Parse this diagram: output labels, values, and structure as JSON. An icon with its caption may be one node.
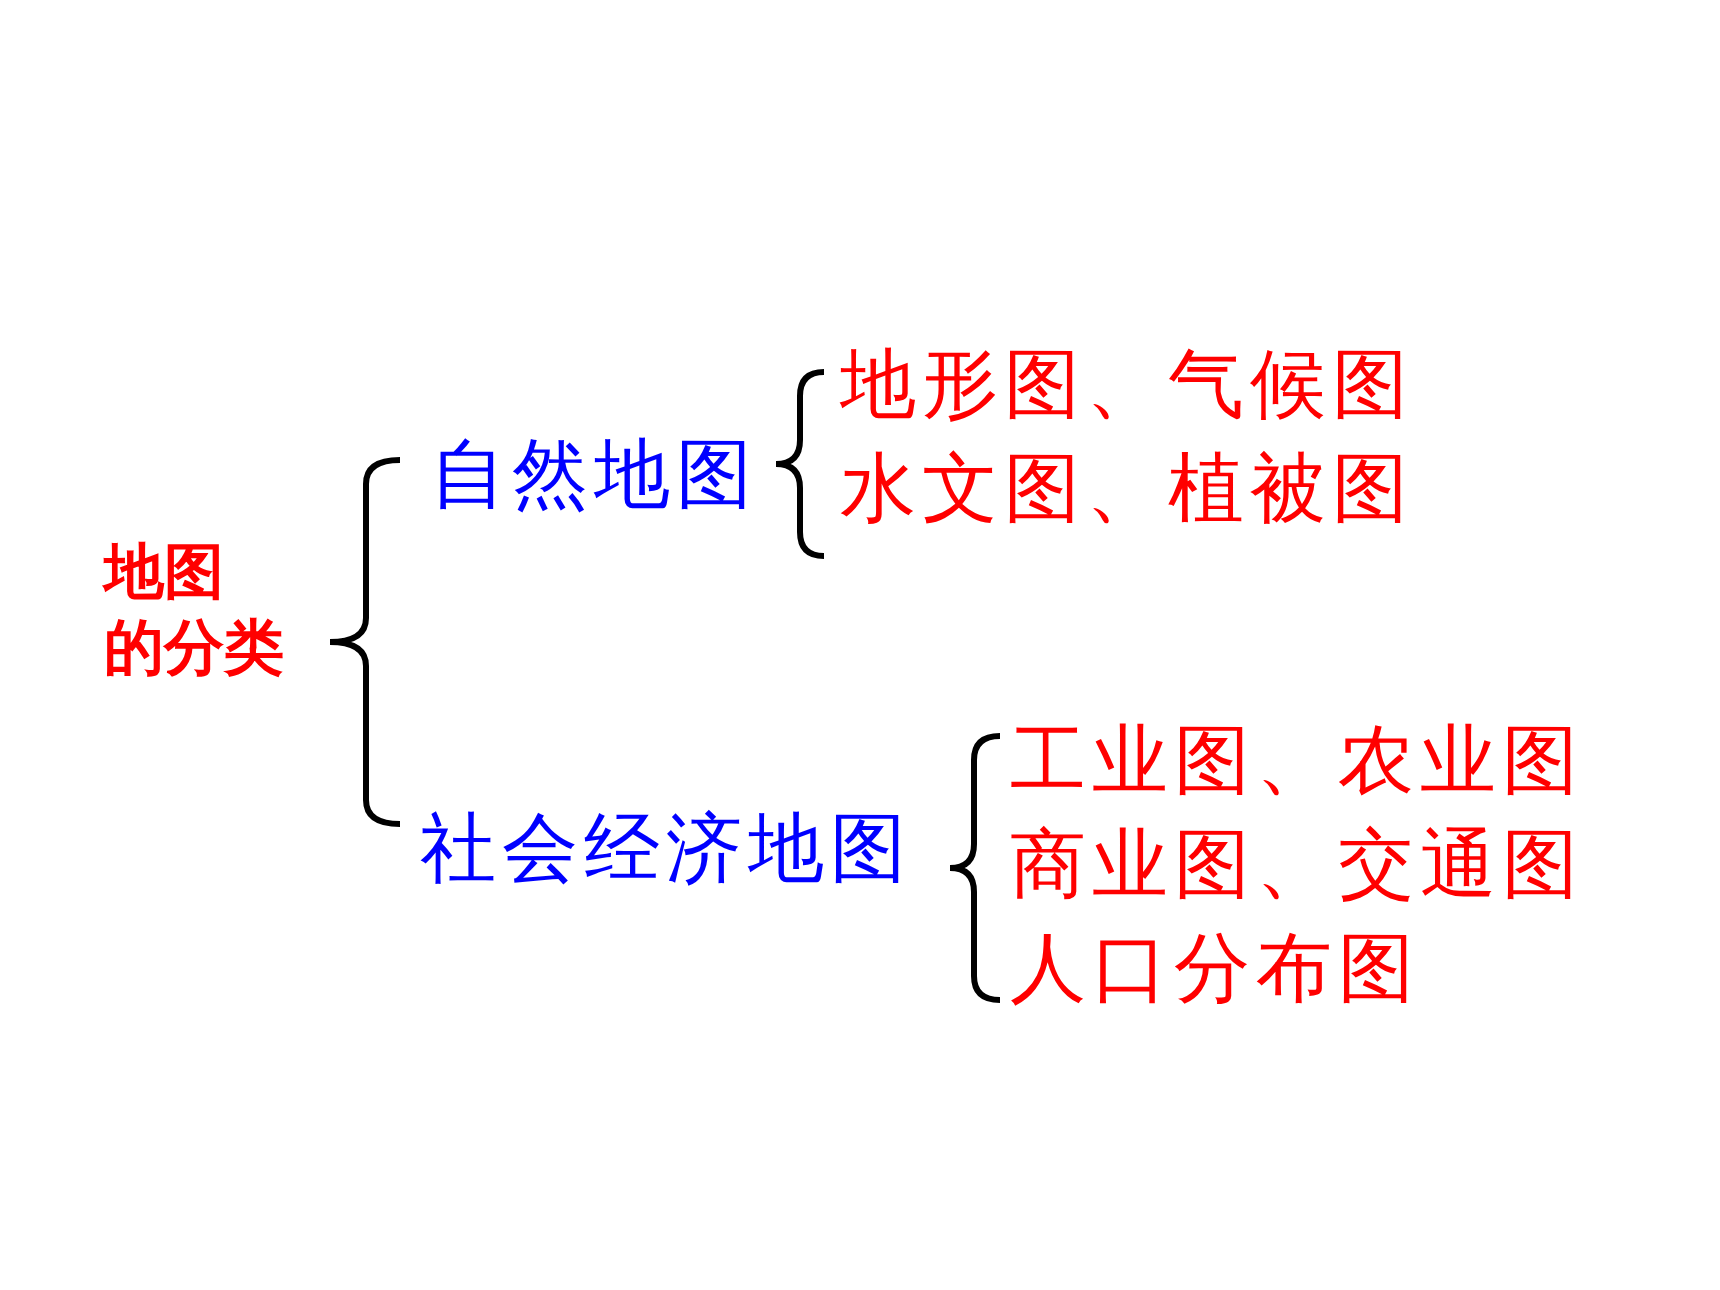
{
  "diagram": {
    "labels": [
      "地图的分类",
      "自然地图",
      "地形图、气候图",
      "水文图、植被图",
      "社会经济地图",
      "工业图、农业图",
      "商业图、交通图",
      "人口分布图"
    ]
  }
}
